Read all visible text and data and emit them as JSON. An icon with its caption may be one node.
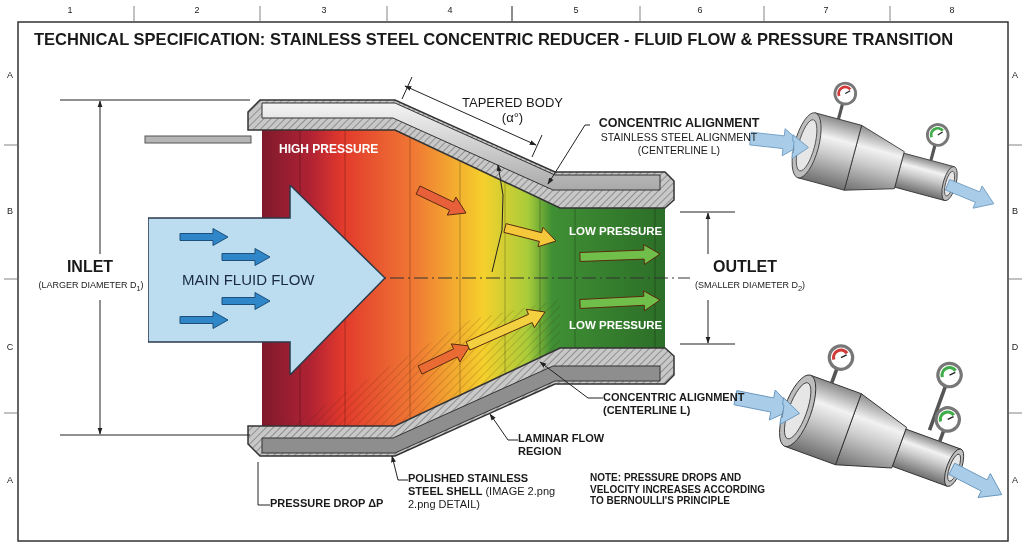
{
  "diagram": {
    "title": "TECHNICAL SPECIFICATION: STAINLESS STEEL CONCENTRIC REDUCER - FLUID FLOW & PRESSURE TRANSITION",
    "nodes": [
      {
        "text": [
          "MAIN FLUID FLOW"
        ]
      },
      {
        "text": [
          "CONCENTRIC ALIGNMENT",
          "STAINLESS STEEL ALIGNMENT (CENTERLINE L)"
        ]
      },
      {
        "text": [
          "CONCENTRIC ALIGNMENT (CENTERLINE L)"
        ]
      },
      {
        "text": [
          "LAMINAR FLOW REGION"
        ]
      },
      {
        "text": [
          "**POLISHED STAINLESS STEEL SHELL** (IMAGE 2.png 2.png DETAIL)"
        ]
      },
      {
        "text": [
          "PRESSURE DROP ΔP"
        ]
      }
    ],
    "edges": [
      {
        "from": 1,
        "to": null,
        "arrow": "to"
      },
      {
        "from": 2,
        "to": null,
        "arrow": "to"
      },
      {
        "from": 3,
        "to": null,
        "arrow": "to"
      },
      {
        "from": 4,
        "to": null,
        "arrow": "to"
      },
      {
        "from": 5,
        "to": null,
        "arrow": "none"
      }
    ],
    "labels": [
      "1",
      "2",
      "3",
      "4",
      "5",
      "6",
      "7",
      "8",
      "A",
      "B",
      "C",
      "A",
      "A",
      "B",
      "D",
      "A",
      "INLET",
      "(LARGER DIAMETER D$_{1}$)",
      "HIGH PRESSURE",
      "TAPERED BODY (α°)",
      "LOW PRESSURE",
      "OUTLET",
      "(SMALLER DIAMETER D$_{2}$)",
      "LOW PRESSURE",
      "NOTE: PRESSURE DROPS AND VELOCITY INCREASES ACCORDING TO BERNOULLI'S PRINCIPLE"
    ]
  }
}
